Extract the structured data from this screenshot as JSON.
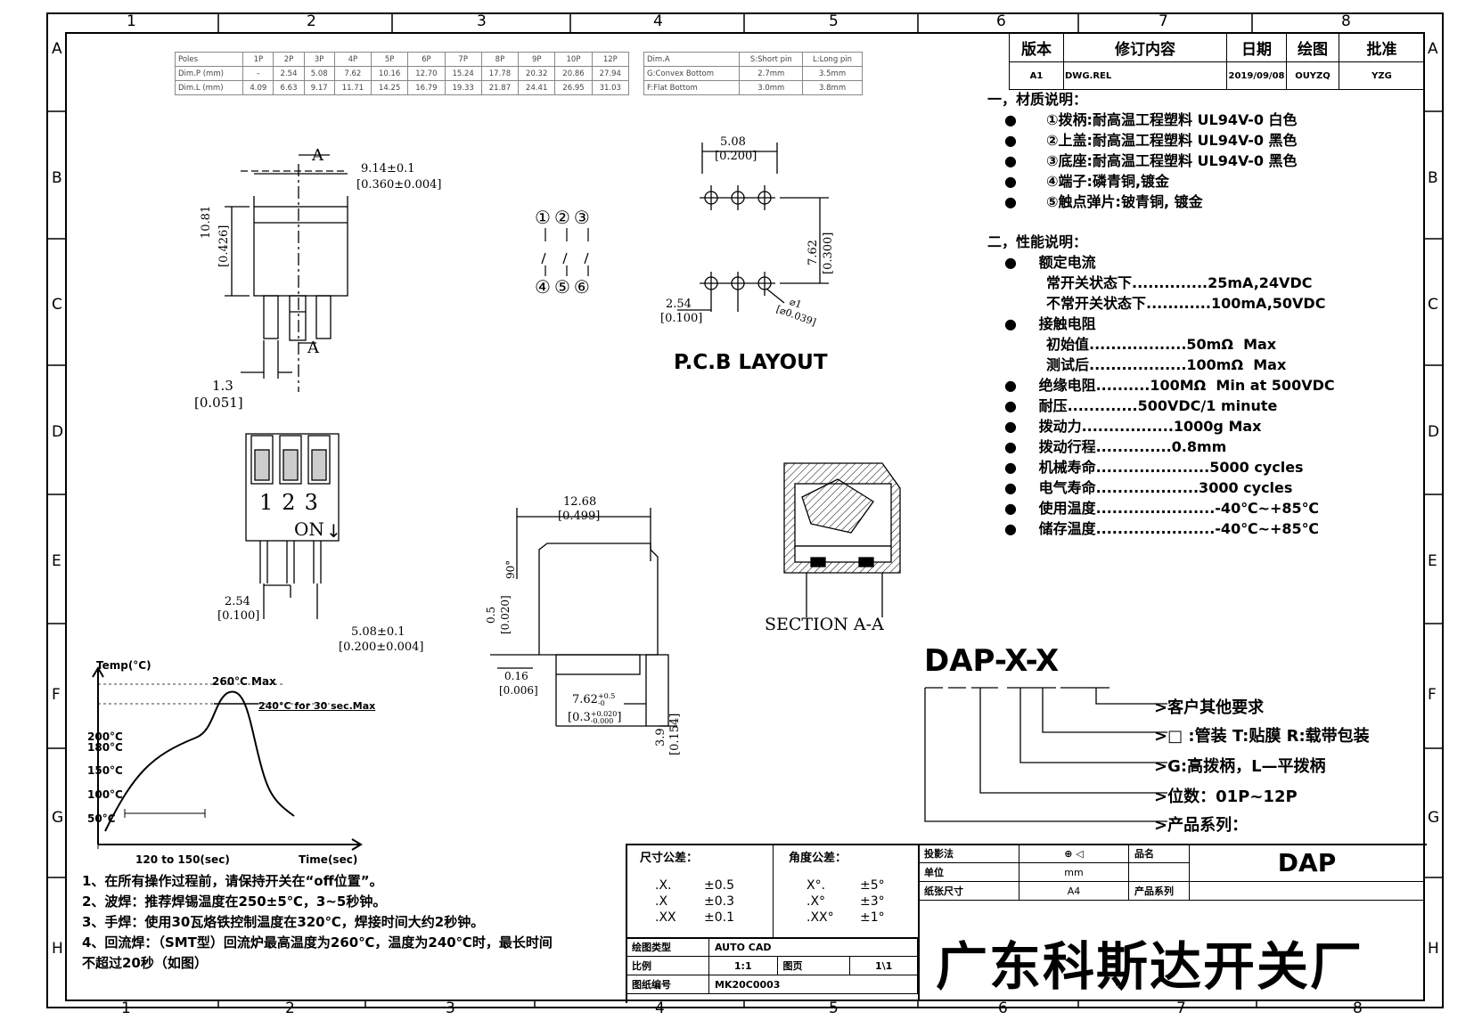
{
  "grid": {
    "cols_top": [
      "1",
      "2",
      "3",
      "4",
      "5",
      "6",
      "7",
      "8"
    ],
    "cols_bottom": [
      "1",
      "2",
      "3",
      "4",
      "5",
      "6",
      "7",
      "8"
    ],
    "rows": [
      "A",
      "B",
      "C",
      "D",
      "E",
      "F",
      "G",
      "H"
    ]
  },
  "spec_table_1": {
    "header": [
      "Poles",
      "1P",
      "2P",
      "3P",
      "4P",
      "5P",
      "6P",
      "7P",
      "8P",
      "9P",
      "10P",
      "12P"
    ],
    "rows": [
      [
        "Dim.P (mm)",
        "–",
        "2.54",
        "5.08",
        "7.62",
        "10.16",
        "12.70",
        "15.24",
        "17.78",
        "20.32",
        "20.86",
        "27.94"
      ],
      [
        "Dim.L (mm)",
        "4.09",
        "6.63",
        "9.17",
        "11.71",
        "14.25",
        "16.79",
        "19.33",
        "21.87",
        "24.41",
        "26.95",
        "31.03"
      ]
    ]
  },
  "spec_table_2": {
    "header": [
      "Dim.A",
      "S:Short pin",
      "L:Long pin"
    ],
    "rows": [
      [
        "G:Convex Bottom",
        "2.7mm",
        "3.5mm"
      ],
      [
        "F:Flat Bottom",
        "3.0mm",
        "3.8mm"
      ]
    ]
  },
  "revision": {
    "headers": [
      "版本",
      "修订内容",
      "日期",
      "绘图",
      "批准"
    ],
    "row": [
      "A1",
      "DWG.REL",
      "2019/09/08",
      "OUYZQ",
      "YZG"
    ]
  },
  "materials": {
    "title": "一，材质说明：",
    "items": [
      "①拨柄:耐高温工程塑料 UL94V-0 白色",
      "②上盖:耐高温工程塑料 UL94V-0 黑色",
      "③底座:耐高温工程塑料 UL94V-0 黑色",
      "④端子:磷青铜,镀金",
      "⑤触点弹片:铍青铜, 镀金"
    ]
  },
  "performance": {
    "title": "二，性能说明：",
    "lines": [
      {
        "bullet": true,
        "text": " 额定电流"
      },
      {
        "bullet": false,
        "text": "常开关状态下..............25mA,24VDC"
      },
      {
        "bullet": false,
        "text": "不常开关状态下............100mA,50VDC"
      },
      {
        "bullet": true,
        "text": " 接触电阻"
      },
      {
        "bullet": false,
        "text": "初始值..................50mΩ  Max"
      },
      {
        "bullet": false,
        "text": "测试后..................100mΩ  Max"
      },
      {
        "bullet": true,
        "text": " 绝缘电阻..........100MΩ  Min at 500VDC"
      },
      {
        "bullet": true,
        "text": " 耐压.............500VDC/1 minute"
      },
      {
        "bullet": true,
        "text": " 拨动力.................1000g Max"
      },
      {
        "bullet": true,
        "text": " 拨动行程..............0.8mm"
      },
      {
        "bullet": true,
        "text": " 机械寿命.....................5000 cycles"
      },
      {
        "bullet": true,
        "text": " 电气寿命...................3000 cycles"
      },
      {
        "bullet": true,
        "text": " 使用温度......................-40℃~+85℃"
      },
      {
        "bullet": true,
        "text": " 储存温度......................-40℃~+85℃"
      }
    ]
  },
  "dims": {
    "a_top": "A",
    "a_bottom": "A",
    "w_mm": "9.14±0.1",
    "w_in": "[0.360±0.004]",
    "h_mm": "10.81",
    "h_in": "[0.426]",
    "pin_mm": "1.3",
    "pin_in": "[0.051]",
    "pitch_mm": "2.54",
    "pitch_in": "[0.100]",
    "span_mm": "5.08±0.1",
    "span_in": "[0.200±0.004]",
    "pos_labels": [
      "1",
      "2",
      "3"
    ],
    "on_label": "ON",
    "side_w_mm": "12.68",
    "side_w_in": "[0.499]",
    "off_mm": "0.5",
    "off_in": "[0.020]",
    "angle": "90°",
    "thk_mm": "0.16",
    "thk_in": "[0.006]",
    "pin_len": "7.62",
    "pin_len_tol_up": "+0.5",
    "pin_len_tol_dn": "-0",
    "pin_len_in": "[0.3",
    "pin_len_in_tol_up": "+0.020",
    "pin_len_in_tol_dn": "-0.000",
    "pin_len_in_close": "]",
    "bot_mm": "3.9",
    "bot_in": "[0.154]"
  },
  "schematic": {
    "top": [
      "①",
      "②",
      "③"
    ],
    "bottom": [
      "④",
      "⑤",
      "⑥"
    ]
  },
  "pcb": {
    "title": "P.C.B  LAYOUT",
    "row_mm": "5.08",
    "row_in": "[0.200]",
    "col_mm": "7.62",
    "col_in": "[0.300]",
    "pitch_mm": "2.54",
    "pitch_in": "[0.100]",
    "hole_mm": "⌀1",
    "hole_in": "[⌀0.039]"
  },
  "section": {
    "label": "SECTION  A-A"
  },
  "reflow": {
    "y_axis": "Temp(°C)",
    "x_axis": "Time(sec)",
    "peak": "260°C Max",
    "hold": "240°C for 30 sec.Max",
    "t200": "200°C",
    "t180": "180°C",
    "t150": "150°C",
    "t100": "100°C",
    "t50": "50°C",
    "duration": "120 to 150(sec)"
  },
  "notes": [
    "1、在所有操作过程前，请保持开关在“off位置”。",
    "2、波焊：推荐焊锡温度在250±5℃，3~5秒钟。",
    "3、手焊：使用30瓦烙铁控制温度在320℃，焊接时间大约2秒钟。",
    "4、回流焊：（SMT型）回流炉最高温度为260℃，温度为240℃时，最长时间",
    "不超过20秒（如图）"
  ],
  "part_code": {
    "code": "DAP-X-X",
    "options": [
      "客户其他要求",
      "□ :管装  T:贴膜   R:载带包装",
      "G:高拨柄，L—平拨柄",
      "位数：01P~12P",
      "产品系列："
    ]
  },
  "title_block": {
    "dim_tol_title": "尺寸公差：",
    "dim_tols": [
      [
        ".X.",
        "±0.5"
      ],
      [
        ".X",
        "±0.3"
      ],
      [
        ".XX",
        "±0.1"
      ]
    ],
    "ang_tol_title": "角度公差：",
    "ang_tols": [
      [
        "X°.",
        "±5°"
      ],
      [
        ".X°",
        "±3°"
      ],
      [
        ".XX°",
        "±1°"
      ]
    ],
    "projection": "投影法",
    "unit_label": "单位",
    "unit": "mm",
    "paper_label": "纸张尺寸",
    "paper": "A4",
    "part_label": "品名",
    "part_name": "DAP",
    "series_label": "产品系列",
    "series": "",
    "drawing_type_label": "绘图类型",
    "drawing_type": "AUTO CAD",
    "scale_label": "比例",
    "scale": "1:1",
    "page_label": "图页",
    "page": "1\\1",
    "drawing_no_label": "图纸编号",
    "drawing_no": "MK20C0003",
    "company": "广东科斯达开关厂"
  }
}
